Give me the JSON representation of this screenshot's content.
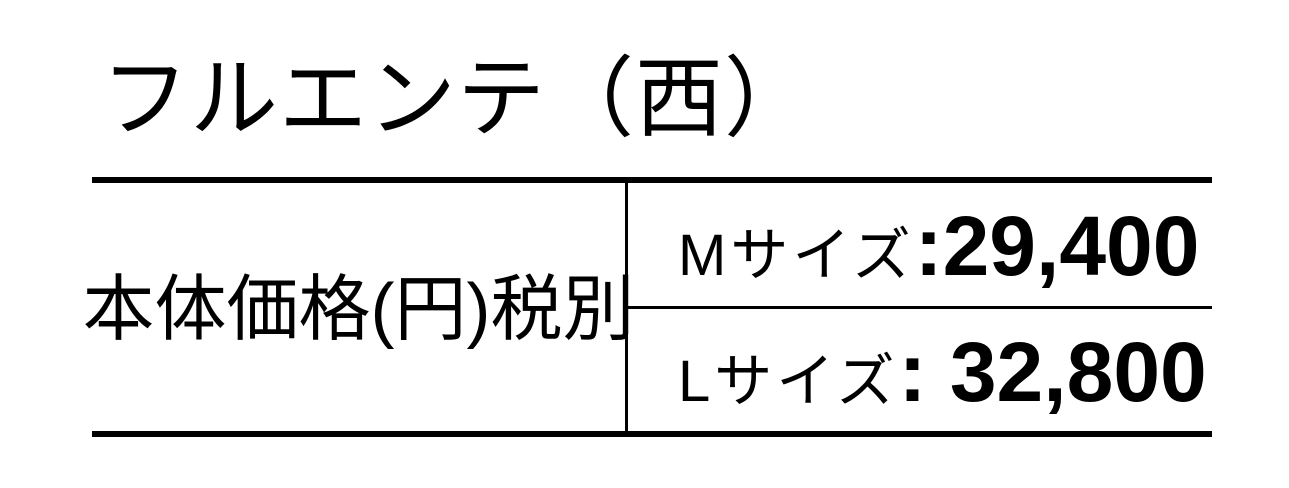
{
  "title": "フルエンテ（西）",
  "table": {
    "header": "本体価格(円)税別",
    "rows": [
      {
        "label": "Mサイズ",
        "separator": ":",
        "price": "29,400"
      },
      {
        "label": "Lサイズ",
        "separator": ": ",
        "price": "32,800"
      }
    ]
  },
  "colors": {
    "background": "#ffffff",
    "text": "#000000",
    "border": "#000000"
  }
}
